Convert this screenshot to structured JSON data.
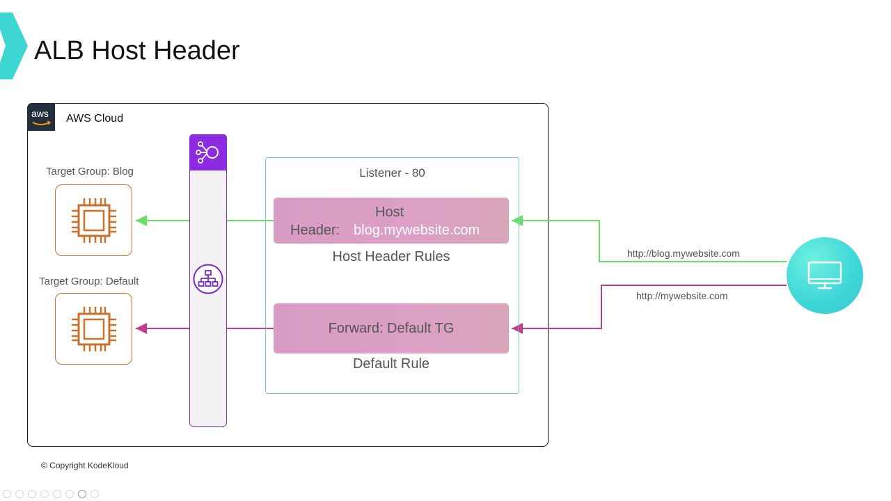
{
  "slide": {
    "title": "ALB Host Header",
    "copyright": "© Copyright KodeKloud"
  },
  "cloud": {
    "badge_text": "aws",
    "label": "AWS Cloud"
  },
  "target_groups": [
    {
      "label": "Target Group: Blog",
      "icon": "ec2-instance-icon"
    },
    {
      "label": "Target Group: Default",
      "icon": "ec2-instance-icon"
    }
  ],
  "alb": {
    "head_icon": "elastic-load-balancing-icon",
    "body_icon": "application-load-balancer-icon"
  },
  "listener": {
    "label": "Listener - 80",
    "rules": [
      {
        "title_line1": "Host",
        "title_line2": "Header:",
        "value": "blog.mywebsite.com",
        "caption": "Host Header Rules"
      },
      {
        "title": "Forward: Default TG",
        "caption": "Default Rule"
      }
    ]
  },
  "client": {
    "icon": "desktop-monitor-icon",
    "requests": [
      {
        "url": "http://blog.mywebsite.com",
        "color": "#66dd66"
      },
      {
        "url": "http://mywebsite.com",
        "color": "#c23b8a"
      }
    ]
  },
  "colors": {
    "accent_teal": "#3dd6d0",
    "alb_purple": "#8c2be2",
    "ec2_orange": "#c9712a",
    "listener_border": "#6cc6d8",
    "rule_fill": "#d89cc4"
  }
}
